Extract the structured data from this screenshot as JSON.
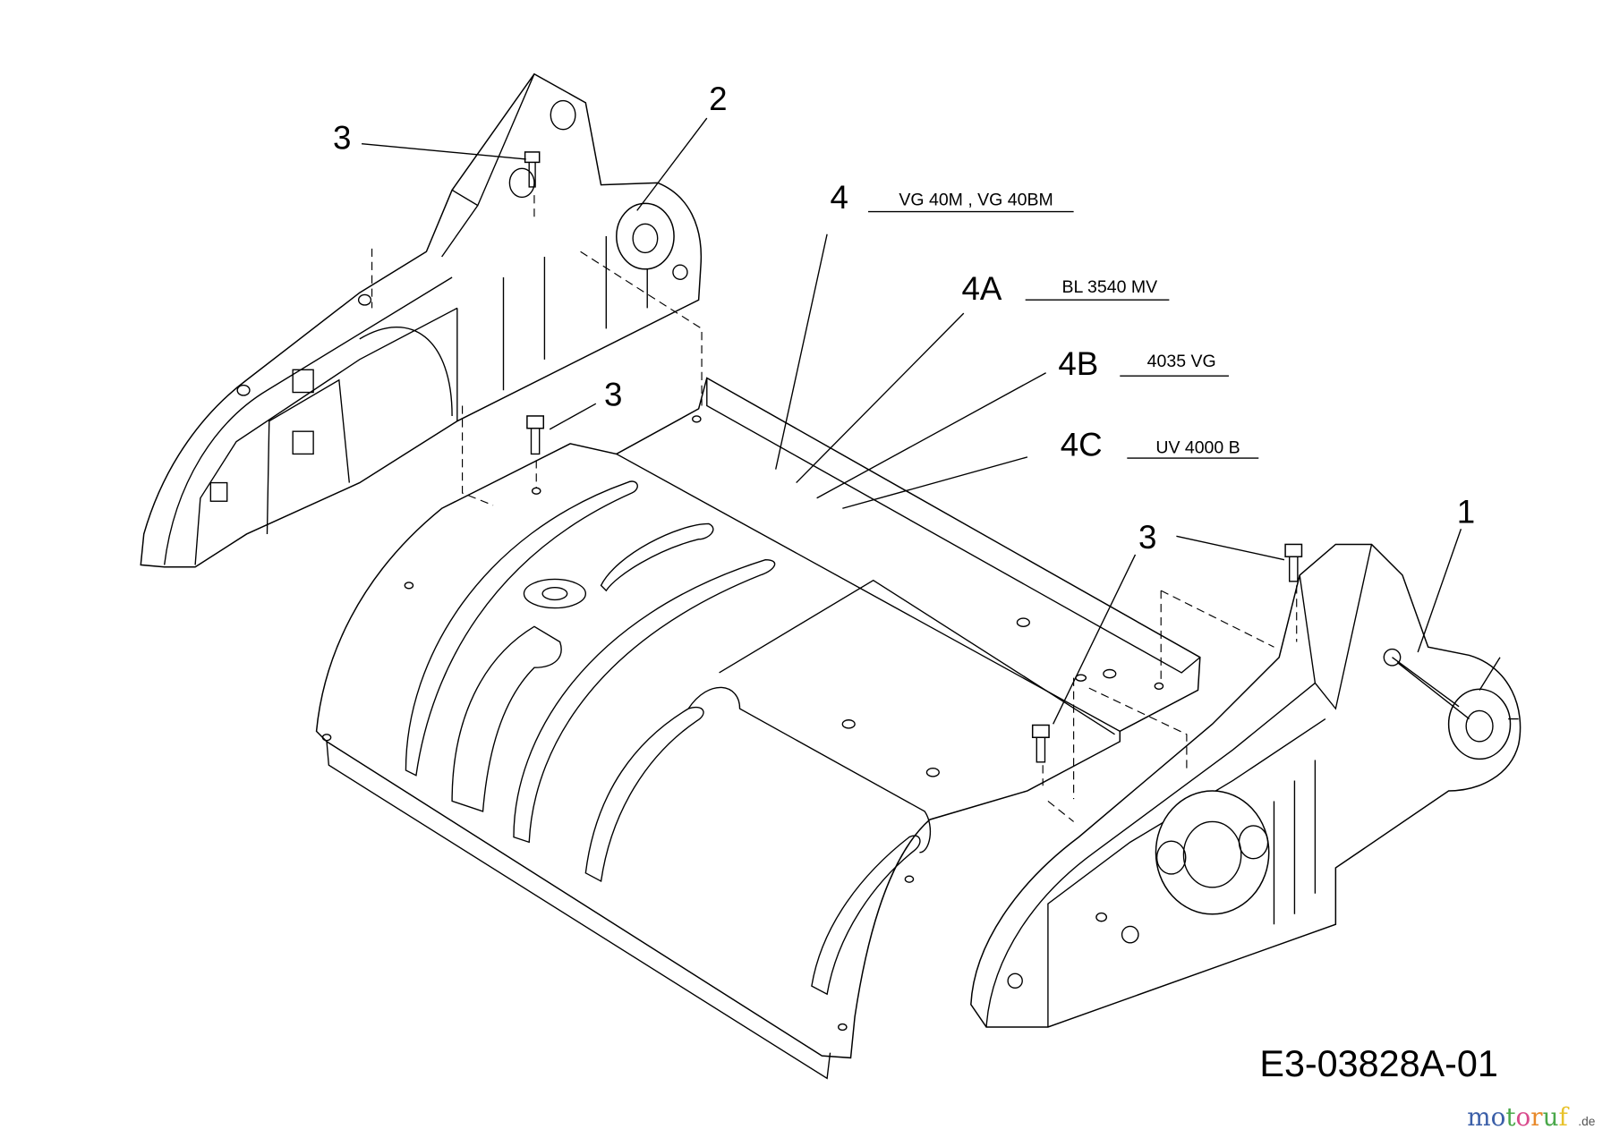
{
  "callouts": {
    "housing_right": "1",
    "housing_left": "2",
    "screw": "3",
    "cover": "4",
    "cover_a": "4A",
    "cover_b": "4B",
    "cover_c": "4C"
  },
  "models": {
    "cover": "VG 40M , VG 40BM",
    "cover_a": "BL 3540 MV",
    "cover_b": "4035 VG",
    "cover_c": "UV 4000 B"
  },
  "drawing_code": "E3-03828A-01",
  "watermark": {
    "letters": [
      "m",
      "o",
      "t",
      "o",
      "r",
      "u",
      "f"
    ],
    "suffix": ".de",
    "colors": [
      "#3b5fa8",
      "#3b5fa8",
      "#4aa84a",
      "#d94a8c",
      "#e8892a",
      "#4aa84a",
      "#e8c22a"
    ]
  }
}
